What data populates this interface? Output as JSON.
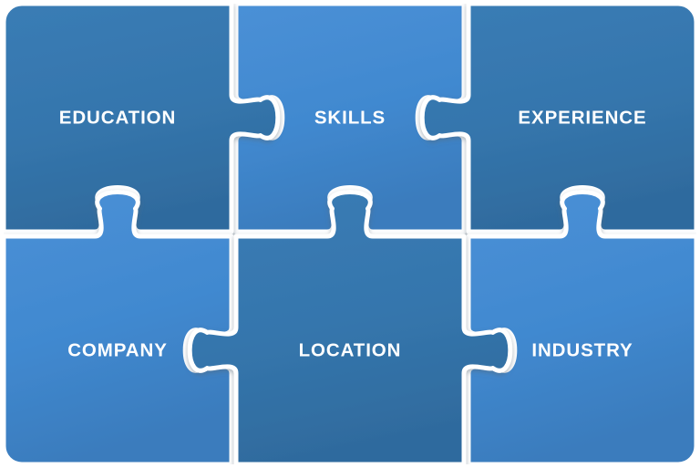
{
  "diagram": {
    "title": "Jigsaw puzzle of profile attributes",
    "type": "jigsaw-puzzle",
    "background_color": "#ffffff",
    "seam_color": "#ffffff",
    "columns": 3,
    "rows": 2,
    "label_color": "#ffffff",
    "colors": {
      "dark_blue": "#3576ad",
      "light_blue": "#4189d0",
      "dark_blue_shade": "#2f6b9e",
      "light_blue_shade": "#3a7cbd",
      "seam": "#ffffff",
      "shadow": "#b9c3cb"
    },
    "pieces": [
      {
        "id": "education",
        "label": "EDUCATION",
        "row": 0,
        "col": 0,
        "color": "#3576ad",
        "edges": {
          "top": "flat",
          "right": "tab",
          "bottom": "blank",
          "left": "flat"
        }
      },
      {
        "id": "skills",
        "label": "SKILLS",
        "row": 0,
        "col": 1,
        "color": "#4189d0",
        "edges": {
          "top": "flat",
          "right": "blank",
          "bottom": "blank",
          "left": "blank"
        }
      },
      {
        "id": "experience",
        "label": "EXPERIENCE",
        "row": 0,
        "col": 2,
        "color": "#3576ad",
        "edges": {
          "top": "flat",
          "right": "flat",
          "bottom": "blank",
          "left": "tab"
        }
      },
      {
        "id": "company",
        "label": "COMPANY",
        "row": 1,
        "col": 0,
        "color": "#4189d0",
        "edges": {
          "top": "tab",
          "right": "blank",
          "bottom": "flat",
          "left": "flat"
        }
      },
      {
        "id": "location",
        "label": "LOCATION",
        "row": 1,
        "col": 1,
        "color": "#3576ad",
        "edges": {
          "top": "tab",
          "right": "tab",
          "bottom": "flat",
          "left": "tab"
        }
      },
      {
        "id": "industry",
        "label": "INDUSTRY",
        "row": 1,
        "col": 2,
        "color": "#4189d0",
        "edges": {
          "top": "tab",
          "right": "flat",
          "bottom": "flat",
          "left": "blank"
        }
      }
    ]
  }
}
